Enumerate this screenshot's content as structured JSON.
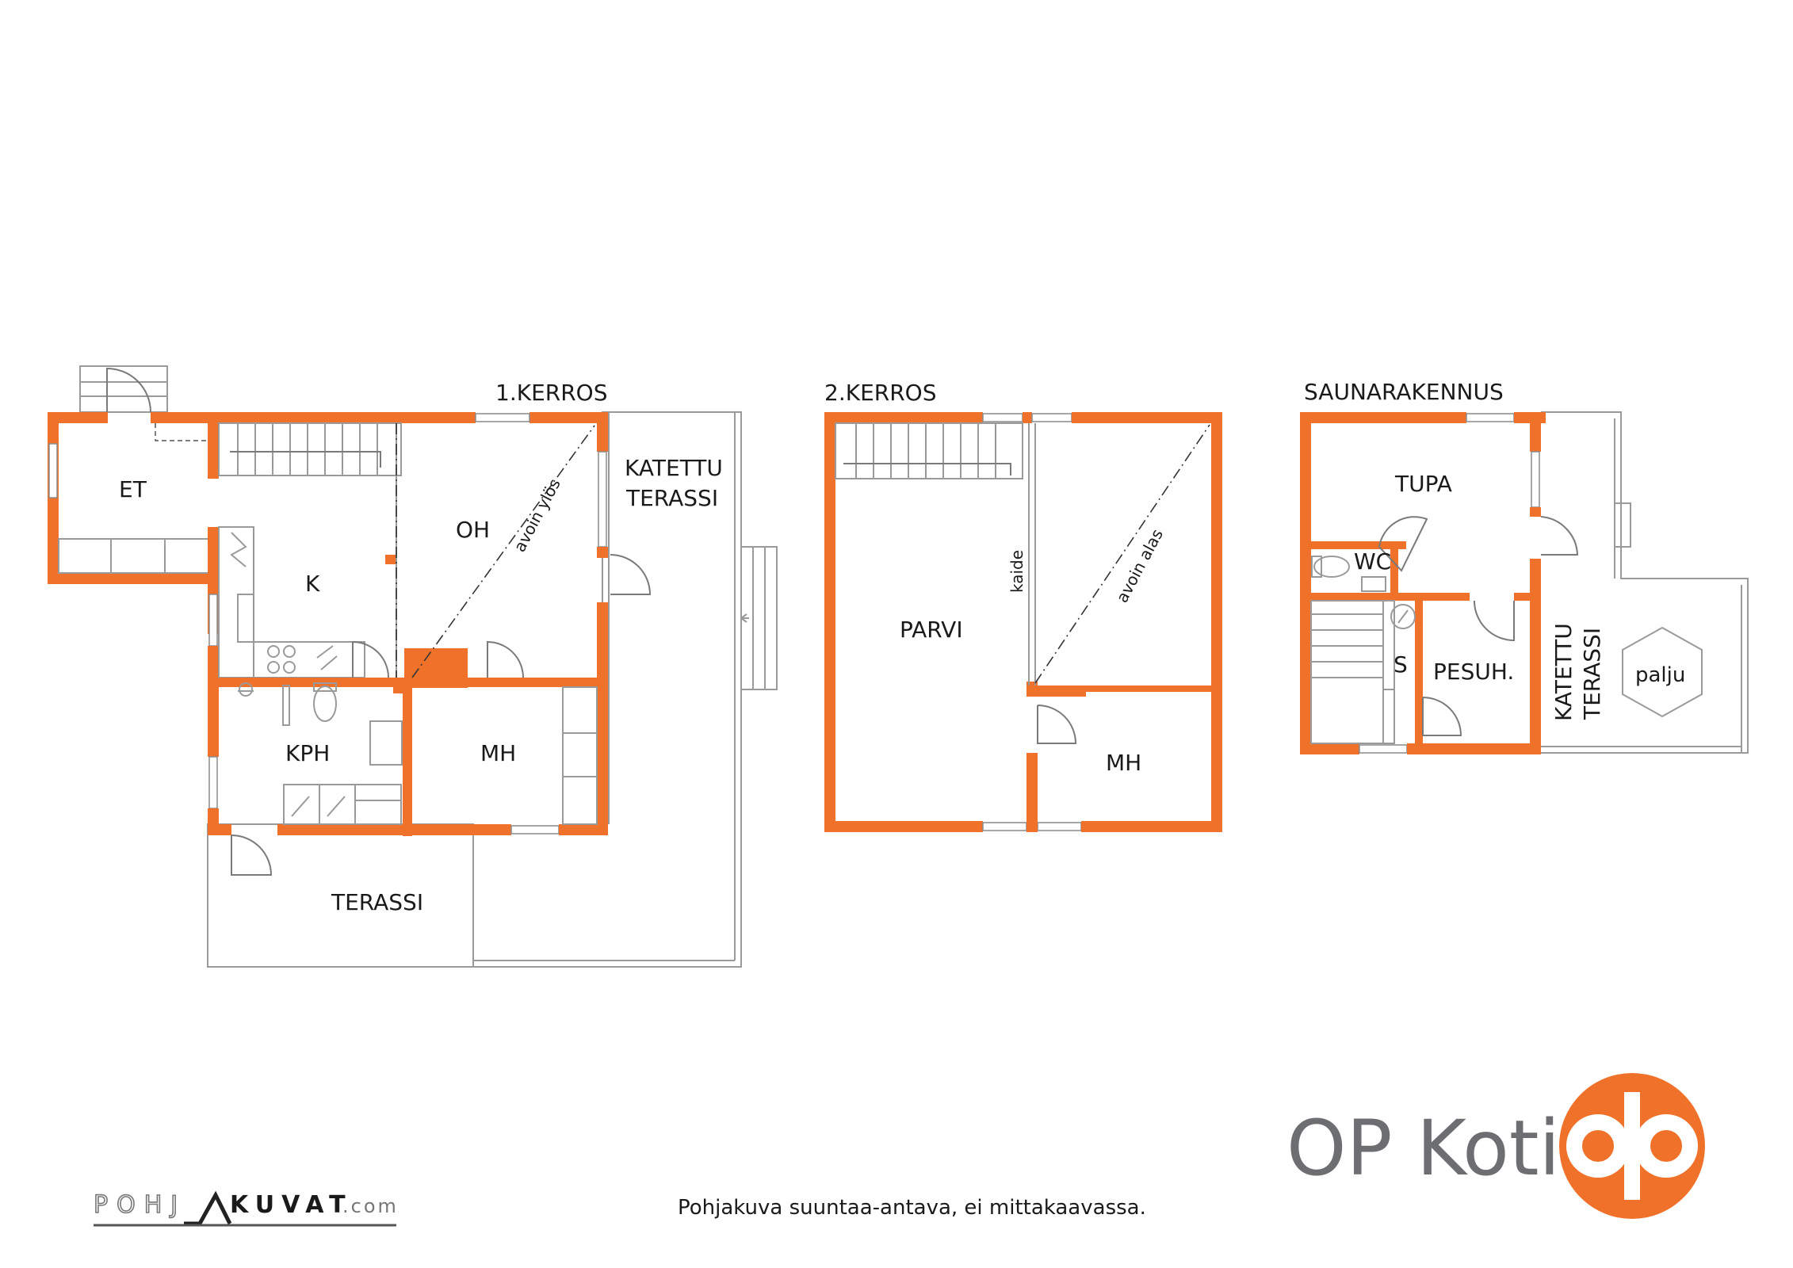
{
  "colors": {
    "wall": "#F07129",
    "line": "#9a9a9a",
    "text": "#1a1a1a",
    "logo_text": "#6d6e71",
    "brand_orange": "#F07129"
  },
  "floors": {
    "first": {
      "title": "1.KERROS"
    },
    "second": {
      "title": "2.KERROS"
    },
    "sauna": {
      "title": "SAUNARAKENNUS"
    }
  },
  "rooms": {
    "et": "ET",
    "k": "K",
    "oh": "OH",
    "kph": "KPH",
    "mh1": "MH",
    "katettu1a": "KATETTU",
    "katettu1b": "TERASSI",
    "terassi": "TERASSI",
    "avoin_ylos": "avoin ylös",
    "parvi": "PARVI",
    "kaide": "kaide",
    "avoin_alas": "avoin alas",
    "mh2": "MH",
    "tupa": "TUPA",
    "wc": "WC",
    "s": "S",
    "pesuh": "PESUH.",
    "katettu2a": "KATETTU",
    "katettu2b": "TERASSI",
    "palju": "palju"
  },
  "footer": {
    "disclaimer": "Pohjakuva suuntaa-antava, ei mittakaavassa.",
    "pk_left": "POHJ",
    "pk_right": "KUVAT",
    "pk_com": ".com",
    "brand": "OP Koti"
  },
  "icons": {
    "op_logo": "op-logo-icon",
    "door": "door-swing-icon",
    "stairs": "stairs-icon",
    "toilet": "toilet-icon",
    "stove": "stove-icon",
    "sauna_stove": "sauna-stove-icon"
  }
}
